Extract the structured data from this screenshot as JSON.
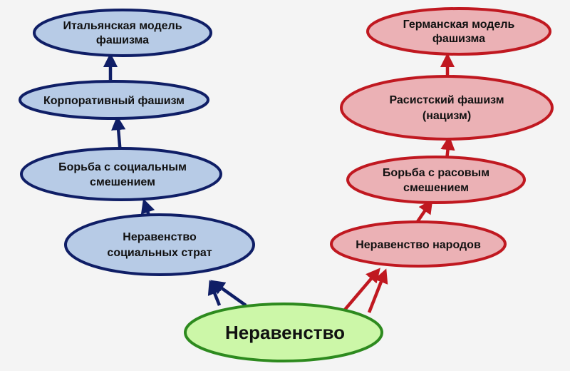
{
  "root": {
    "label": "Неравенство",
    "fill": "#ccf7a8",
    "stroke": "#2d8a1e"
  },
  "left_branch": {
    "fill": "#b7cbe6",
    "stroke": "#0f1e66",
    "nodes": [
      {
        "lines": [
          "Неравенство",
          "социальных страт"
        ]
      },
      {
        "lines": [
          "Борьба с социальным",
          "смешением"
        ]
      },
      {
        "lines": [
          "Корпоративный фашизм"
        ]
      },
      {
        "lines": [
          "Итальянская модель",
          "фашизма"
        ]
      }
    ]
  },
  "right_branch": {
    "fill": "#ebb1b5",
    "stroke": "#c01820",
    "nodes": [
      {
        "lines": [
          "Неравенство народов"
        ]
      },
      {
        "lines": [
          "Борьба с расовым",
          "смешением"
        ]
      },
      {
        "lines": [
          "Расистский фашизм",
          "(нацизм)"
        ]
      },
      {
        "lines": [
          "Германская модель",
          "фашизма"
        ]
      }
    ]
  }
}
